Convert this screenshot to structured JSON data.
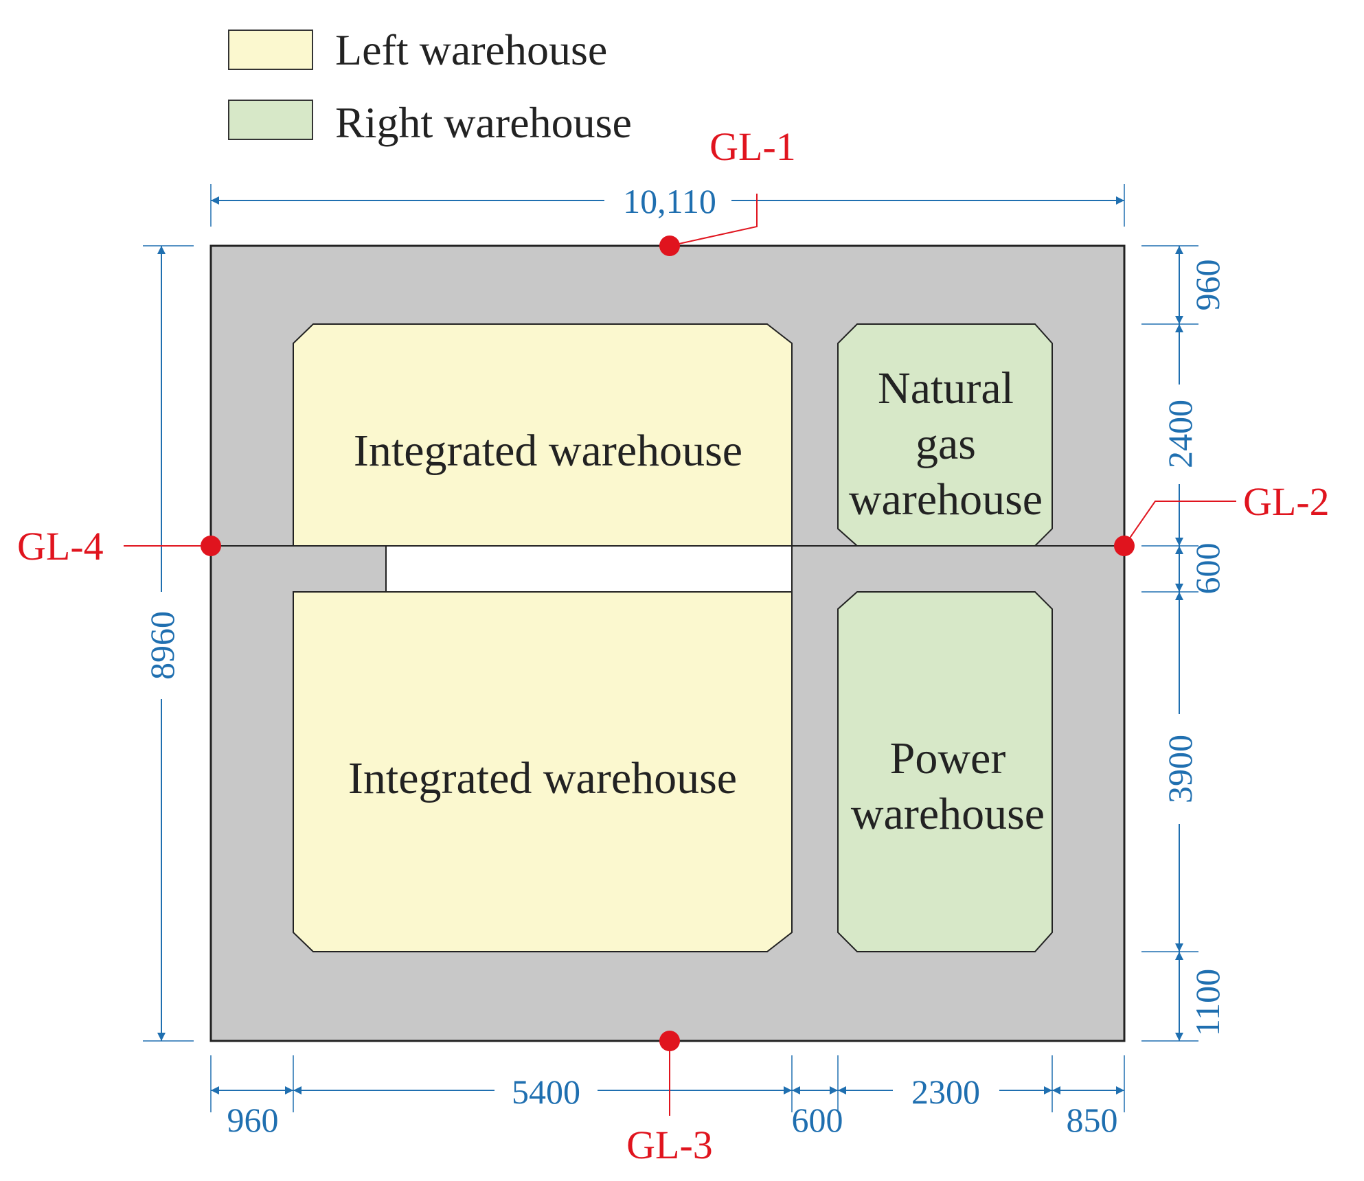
{
  "legend": [
    {
      "label": "Left warehouse",
      "color": "#fbf8cf"
    },
    {
      "label": "Right warehouse",
      "color": "#d7e8c8"
    }
  ],
  "rooms": {
    "integrated_top": "Integrated warehouse",
    "integrated_bottom": "Integrated warehouse",
    "natural_gas": [
      "Natural",
      "gas",
      "warehouse"
    ],
    "power": [
      "Power",
      "warehouse"
    ]
  },
  "dimensions": {
    "total_width": "10,110",
    "total_height": "8960",
    "bottom": [
      "960",
      "5400",
      "600",
      "2300",
      "850"
    ],
    "right": [
      "960",
      "2400",
      "600",
      "3900",
      "1100"
    ]
  },
  "gauges": [
    "GL-1",
    "GL-2",
    "GL-3",
    "GL-4"
  ],
  "colors": {
    "corridor": "#c8c8c8",
    "dimension": "#1f6fb0",
    "gauge": "#e0141e",
    "outline": "#222222"
  }
}
